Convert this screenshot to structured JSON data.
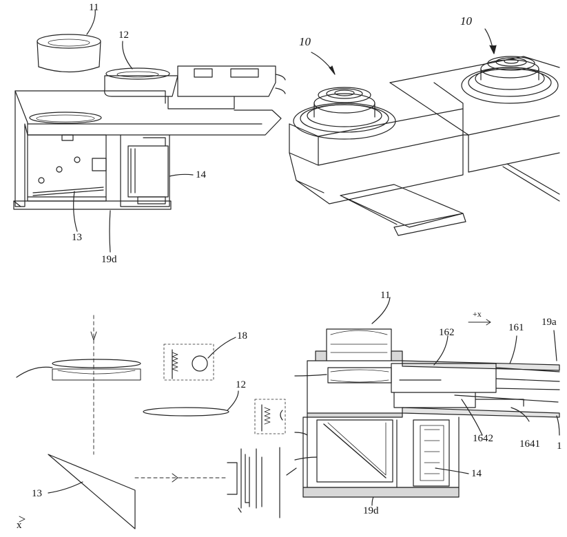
{
  "labels": {
    "tl_11": "11",
    "tl_12": "12",
    "tl_14": "14",
    "tl_13": "13",
    "tl_19d": "19d",
    "tr_10a": "10",
    "tr_10b": "10",
    "bl_18": "18",
    "bl_12": "12",
    "bl_13": "13",
    "bl_x": "x",
    "br_11": "11",
    "br_plus_x": "+x",
    "br_162": "162",
    "br_161": "161",
    "br_19a": "19a",
    "br_1642": "1642",
    "br_1641": "1641",
    "br_1": "1",
    "br_14": "14",
    "br_19d": "19d"
  }
}
